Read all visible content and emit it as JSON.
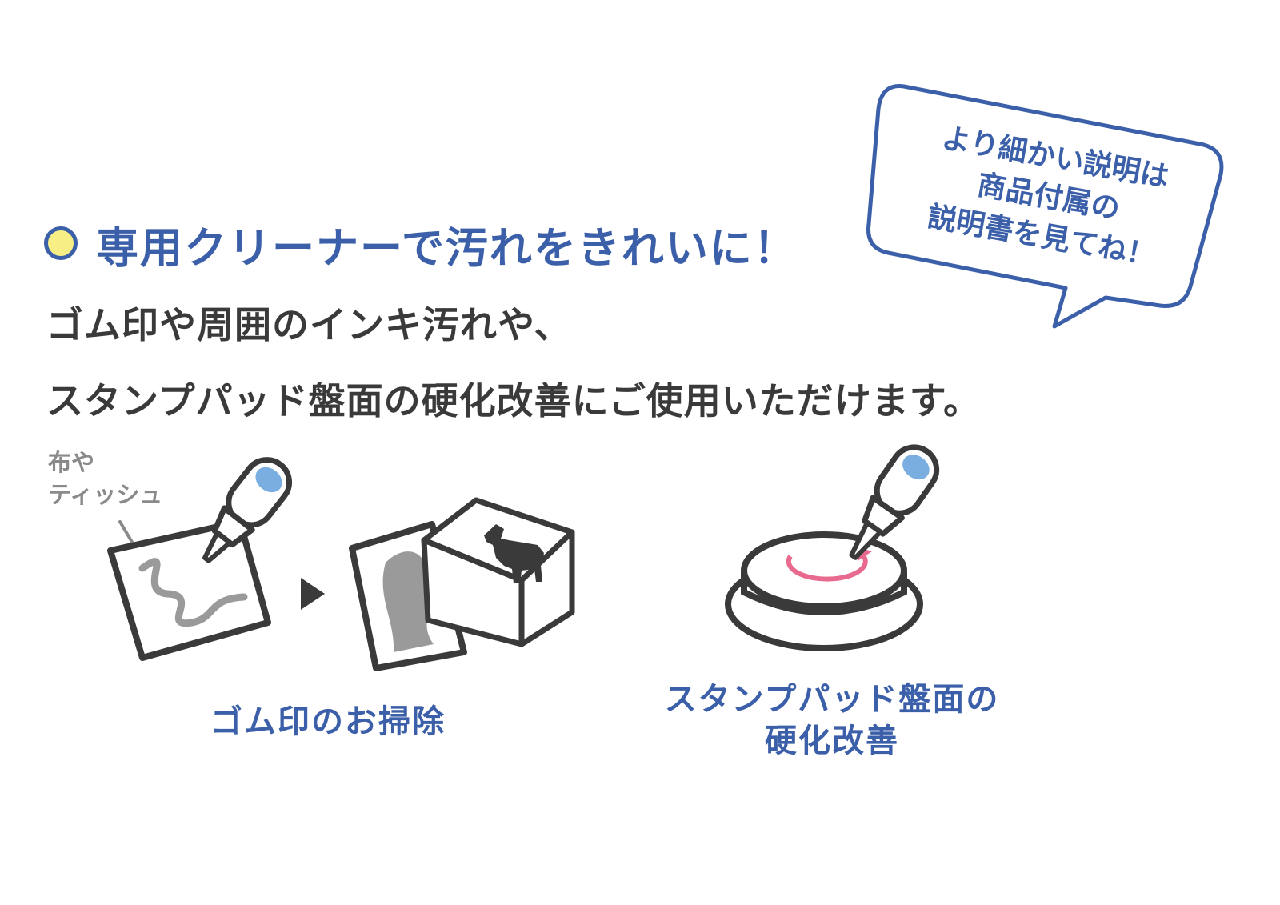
{
  "heading": {
    "text": "専用クリーナーで汚れをきれいに！"
  },
  "body": {
    "line1": "ゴム印や周囲のインキ汚れや、",
    "line2": "スタンプパッド盤面の硬化改善にご使用いただけます。"
  },
  "speech_bubble": {
    "line1": "より細かい説明は",
    "line2": "商品付属の",
    "line3": "説明書を見てね！"
  },
  "illustration_note": {
    "line1": "布や",
    "line2": "ティッシュ"
  },
  "captions": {
    "stamp_cleaning": "ゴム印のお掃除",
    "pad_line1": "スタンプパッド盤面の",
    "pad_line2": "硬化改善"
  },
  "colors": {
    "accent_blue": "#3b5fa8",
    "dot_yellow": "#f7ef86",
    "ink_dark": "#3a3a3a",
    "gray_stain": "#9a9a9a",
    "pink_arrow": "#e86a8e",
    "bottle_blue": "#7aaee0"
  },
  "icons": {
    "arrow": "play-triangle-icon",
    "bottle": "cleaner-bottle-icon",
    "stamp": "rubber-stamp-horse-icon",
    "pad": "stamp-pad-icon"
  }
}
